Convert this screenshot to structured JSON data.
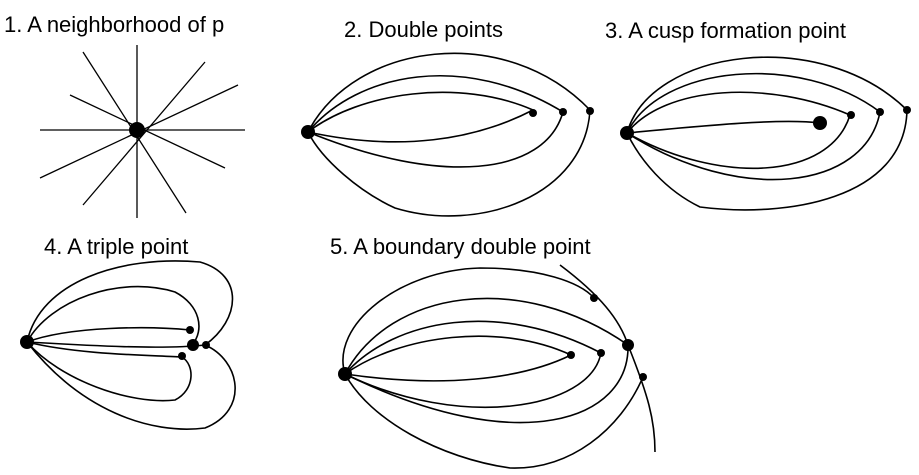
{
  "panels": [
    {
      "title": "1. A neighborhood of p"
    },
    {
      "title": "2. Double points"
    },
    {
      "title": "3. A cusp formation point"
    },
    {
      "title": "4. A triple point"
    },
    {
      "title": "5. A boundary double point"
    }
  ],
  "colors": {
    "ink": "#000000",
    "background": "#ffffff"
  }
}
